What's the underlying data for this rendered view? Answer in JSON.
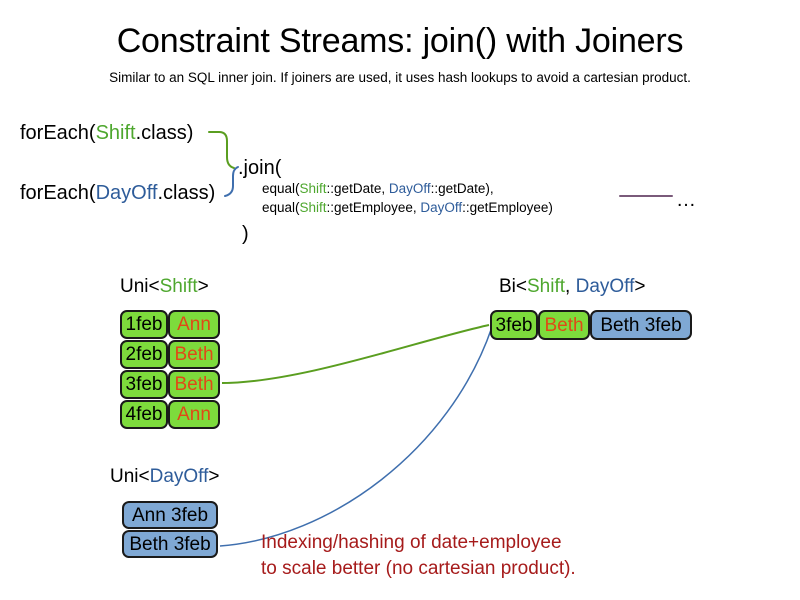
{
  "slide": {
    "title": "Constraint Streams: join() with Joiners",
    "subtitle": "Similar to an SQL inner join. If joiners are used, it uses hash lookups to avoid a cartesian product."
  },
  "code": {
    "foreach_shift": {
      "prefix": "forEach(",
      "type": "Shift",
      "suffix": ".class)"
    },
    "foreach_dayoff": {
      "prefix": "forEach(",
      "type": "DayOff",
      "suffix": ".class)"
    },
    "join_open": ".join(",
    "join_close": ")",
    "joiners": [
      {
        "fn_open": "equal(",
        "left_type": "Shift",
        "left_method": "::getDate, ",
        "right_type": "DayOff",
        "right_method": "::getDate),"
      },
      {
        "fn_open": "equal(",
        "left_type": "Shift",
        "left_method": "::getEmployee, ",
        "right_type": "DayOff",
        "right_method": "::getEmployee)"
      }
    ],
    "more_ellipsis": "…"
  },
  "streams": {
    "uni_shift": {
      "caption_prefix": "Uni<",
      "caption_type": "Shift",
      "caption_suffix": ">",
      "rows": [
        {
          "date": "1feb",
          "employee": "Ann"
        },
        {
          "date": "2feb",
          "employee": "Beth"
        },
        {
          "date": "3feb",
          "employee": "Beth"
        },
        {
          "date": "4feb",
          "employee": "Ann"
        }
      ]
    },
    "uni_dayoff": {
      "caption_prefix": "Uni<",
      "caption_type": "DayOff",
      "caption_suffix": ">",
      "rows": [
        {
          "value": "Ann 3feb"
        },
        {
          "value": "Beth 3feb"
        }
      ]
    },
    "bi_join": {
      "caption_prefix": "Bi<",
      "caption_type_a": "Shift",
      "caption_sep": ", ",
      "caption_type_b": "DayOff",
      "caption_suffix": ">",
      "row": {
        "date": "3feb",
        "employee": "Beth",
        "dayoff": "Beth 3feb"
      }
    }
  },
  "annotation": {
    "line1": "Indexing/hashing of date+employee",
    "line2": "to scale better (no cartesian product)."
  },
  "colors": {
    "shift_green": "#4ea72e",
    "dayoff_blue": "#2e5c9a",
    "box_green": "#7ddb3c",
    "box_blue": "#7fa8d4",
    "employee_orange": "#e04a16",
    "annotation_red": "#a61b1b",
    "wire_green": "#5a9e20",
    "wire_blue": "#3f6fae",
    "wire_purple": "#7a5a7a"
  }
}
